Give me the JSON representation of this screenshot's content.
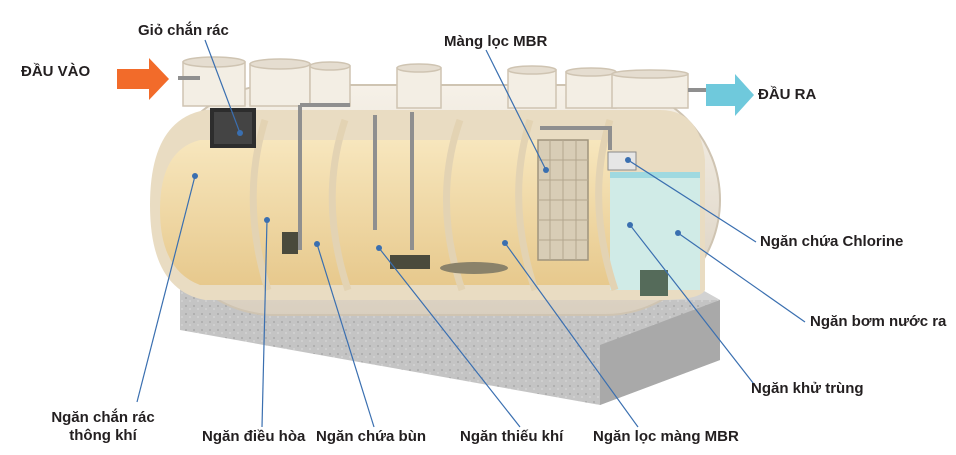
{
  "labels": {
    "inlet": "ĐẦU VÀO",
    "outlet": "ĐẦU RA",
    "trash_basket": "Giỏ chắn rác",
    "mbr_membrane": "Màng lọc MBR",
    "chlorine_tank": "Ngăn chứa Chlorine",
    "outlet_pump_tank": "Ngăn bơm nước ra",
    "disinfection_tank": "Ngăn khử trùng",
    "aerated_screen_tank_line1": "Ngăn chắn rác",
    "aerated_screen_tank_line2": "thông khí",
    "equalization_tank": "Ngăn điều hòa",
    "sludge_tank": "Ngăn chứa bùn",
    "anoxic_tank": "Ngăn thiếu khí",
    "mbr_filter_tank": "Ngăn lọc màng MBR"
  },
  "colors": {
    "inlet_arrow": "#f26b2a",
    "outlet_arrow": "#6fc9dc",
    "leader_line": "#3a6fb0",
    "tank_shell": "#efe8dc",
    "liquid": "#f3dcaa",
    "clean_water": "#bfe7e6",
    "concrete": "#b9b9b9"
  },
  "icons": [
    "inlet-arrow-icon",
    "outlet-arrow-icon",
    "marker-dot-icon"
  ]
}
